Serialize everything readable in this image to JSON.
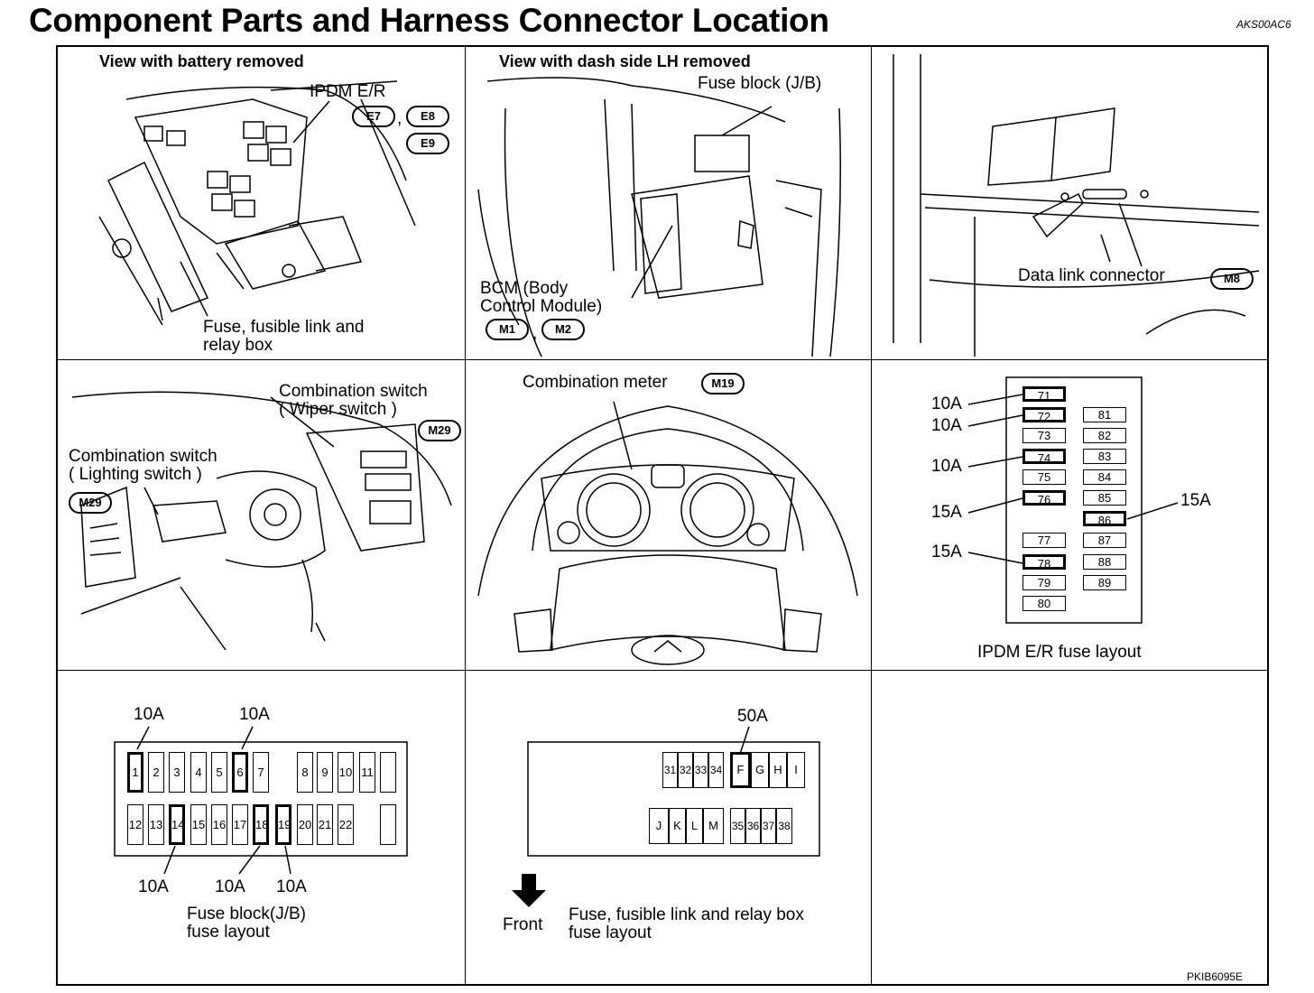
{
  "title": "Component Parts and Harness Connector Location",
  "ref_code": "AKS00AC6",
  "figure_id": "PKIB6095E",
  "p1": {
    "heading": "View with battery removed",
    "ipdm": "IPDM E/R",
    "conn_e7": "E7",
    "comma": ",",
    "conn_e8": "E8",
    "conn_e9": "E9",
    "fuse_box_1": "Fuse, fusible link and",
    "fuse_box_2": "relay box"
  },
  "p2": {
    "heading": "View with dash side LH removed",
    "fuse_block": "Fuse block (J/B)",
    "bcm_1": "BCM (Body",
    "bcm_2": "Control Module)",
    "conn_m1": "M1",
    "comma": ",",
    "conn_m2": "M2"
  },
  "p3": {
    "dlc": "Data link connector",
    "conn_m8": "M8"
  },
  "p4": {
    "wiper_1": "Combination switch",
    "wiper_2": "( Wiper switch )",
    "conn_m29a": "M29",
    "light_1": "Combination switch",
    "light_2": "( Lighting switch )",
    "conn_m29b": "M29"
  },
  "p5": {
    "meter": "Combination meter",
    "conn_m19": "M19"
  },
  "p6": {
    "caption": "IPDM E/R fuse layout",
    "left_col": [
      "71",
      "72",
      "73",
      "74",
      "75",
      "76",
      "77",
      "78",
      "79",
      "80"
    ],
    "right_col": [
      "81",
      "82",
      "83",
      "84",
      "85",
      "86",
      "87",
      "88",
      "89"
    ],
    "ratings": [
      "10A",
      "10A",
      "10A",
      "15A",
      "15A",
      "15A"
    ]
  },
  "p7": {
    "top_row": [
      "1",
      "2",
      "3",
      "4",
      "5",
      "6",
      "7",
      "8",
      "9",
      "10",
      "11",
      ""
    ],
    "bottom_row": [
      "12",
      "13",
      "14",
      "15",
      "16",
      "17",
      "18",
      "19",
      "20",
      "21",
      "22",
      ""
    ],
    "ratings_top": [
      "10A",
      "10A"
    ],
    "ratings_bottom": [
      "10A",
      "10A",
      "10A"
    ],
    "caption_1": "Fuse block(J/B)",
    "caption_2": "fuse layout"
  },
  "p8": {
    "rating": "50A",
    "top_row": [
      "31",
      "32",
      "33",
      "34",
      "F",
      "G",
      "H",
      "I"
    ],
    "bottom_row": [
      "J",
      "K",
      "L",
      "M",
      "35",
      "36",
      "37",
      "38"
    ],
    "front": "Front",
    "caption_1": "Fuse, fusible link and relay box",
    "caption_2": "fuse layout"
  }
}
